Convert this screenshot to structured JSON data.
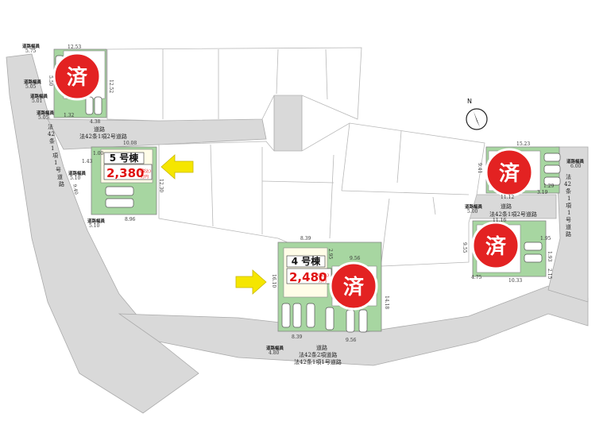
{
  "colors": {
    "road": "#d9d9d9",
    "lot_outline": "#b8b8b8",
    "highlight_lot": "#a7d6a1",
    "sold_red": "#e32222",
    "arrow_yellow": "#f5e600",
    "price_red": "#e01010"
  },
  "sold": {
    "label": "済"
  },
  "buildings": [
    {
      "name": "5 号棟",
      "price": "2,380",
      "tax": "(税込)",
      "unit": "万円"
    },
    {
      "name": "4 号棟",
      "price": "2,480",
      "tax": "(税込)",
      "unit": "万円"
    }
  ],
  "roads": {
    "road_width_label": "道路幅員",
    "widths": [
      "5.75",
      "5.05",
      "5.01",
      "5.05",
      "5.10",
      "5.10",
      "6.00",
      "5.00",
      "4.80"
    ],
    "road_a": [
      "道路",
      "法42条1項2号道路"
    ],
    "road_b": [
      "法",
      "42",
      "条",
      "1",
      "項",
      "1",
      "号",
      "道",
      "路"
    ],
    "road_c": [
      "道路",
      "法42条1項2号道路"
    ],
    "road_d": [
      "法",
      "42",
      "条",
      "1",
      "項",
      "1",
      "号",
      "道",
      "路"
    ],
    "road_e": [
      "道路",
      "法42条2項道路",
      "法42条1項1号道路"
    ]
  },
  "dims": {
    "d1": "12.53",
    "d2": "12.52",
    "d3": "5.50",
    "d4": "4.38",
    "d5": "1.32",
    "d6": "10.08",
    "d7": "1.43",
    "d8": "1.00",
    "d9": "9.40",
    "d10": "12.30",
    "d11": "8.96",
    "d12": "8.39",
    "d13": "9.56",
    "d14": "2.95",
    "d15": "14.18",
    "d16": "16.10",
    "d17": "8.39",
    "d18": "9.56",
    "d19": "15.23",
    "d20": "9.41",
    "d21": "11.12",
    "d22": "11.16",
    "d23": "9.55",
    "d24": "4.75",
    "d25": "10.33",
    "d26": "1.95",
    "d27": "1.93",
    "d28": "2.15",
    "d29": "1.29",
    "d30": "3.19"
  },
  "compass": {
    "label": "N"
  }
}
